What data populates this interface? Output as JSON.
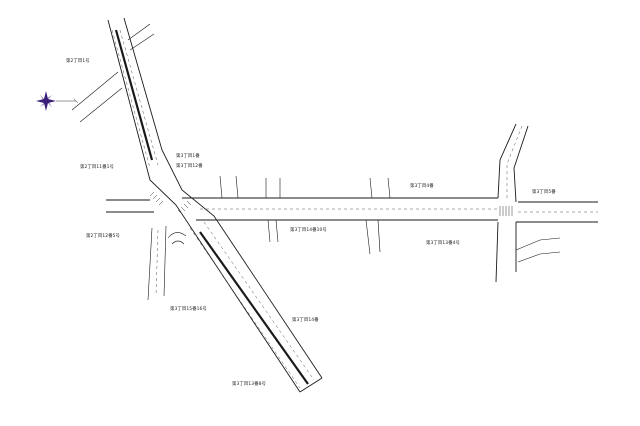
{
  "labels": {
    "l1": "第2丁目1号",
    "l2": "第2丁目11番1号",
    "l3": "第2丁目12番5号",
    "l4": "第3丁目1番",
    "l5": "第3丁目12番",
    "l6": "第3丁目14番10号",
    "l7": "第3丁目4番",
    "l8": "第3丁目5番",
    "l9": "第3丁目13番4号",
    "l10": "第3丁目15番16号",
    "l11": "第3丁目14番",
    "l12": "第3丁目13番8号"
  },
  "colors": {
    "compass": "#3b1f7a",
    "line": "#1a1a1a"
  },
  "icons": {
    "compass": "compass-rose-icon"
  }
}
